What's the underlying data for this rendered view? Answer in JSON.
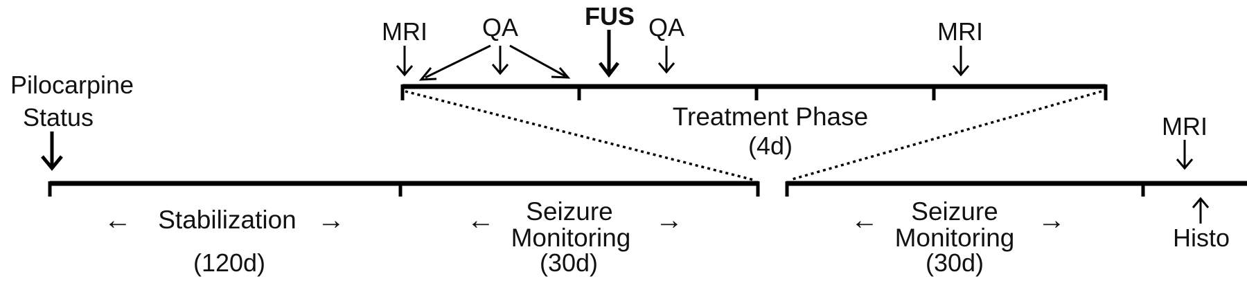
{
  "colors": {
    "ink": "#000000",
    "text": "#111111",
    "background": "#ffffff"
  },
  "top_labels": {
    "mri_1": "MRI",
    "qa_1": "QA",
    "fus": "FUS",
    "qa_2": "QA",
    "mri_2": "MRI"
  },
  "treatment": {
    "title": "Treatment Phase",
    "duration": "(4d)"
  },
  "pilocarpine": {
    "line1": "Pilocarpine",
    "line2": "Status"
  },
  "right_labels": {
    "mri": "MRI",
    "histo": "Histo"
  },
  "phases": {
    "stabilization": {
      "label": "Stabilization",
      "duration": "(120d)"
    },
    "seizure_1": {
      "line1": "Seizure",
      "line2": "Monitoring",
      "duration": "(30d)"
    },
    "seizure_2": {
      "line1": "Seizure",
      "line2": "Monitoring",
      "duration": "(30d)"
    }
  },
  "arrow_glyphs": {
    "left": "←",
    "right": "→"
  }
}
